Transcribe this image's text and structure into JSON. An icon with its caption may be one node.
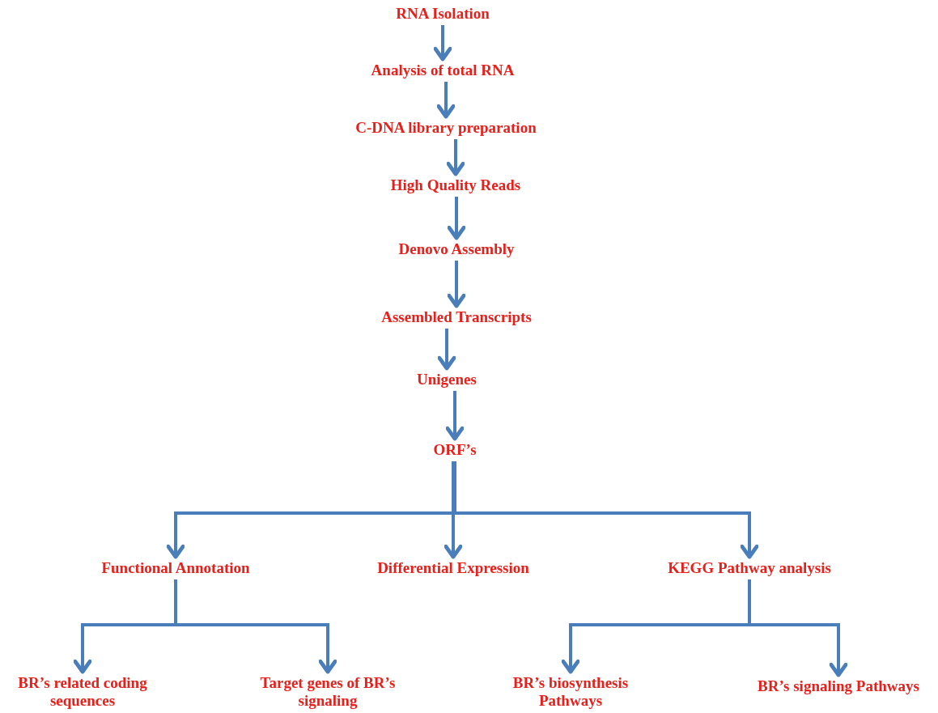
{
  "diagram": {
    "nodes": [
      {
        "text": [
          "RNA Isolation"
        ]
      },
      {
        "text": [
          "Analysis of total RNA"
        ]
      },
      {
        "text": [
          "C-DNA library preparation"
        ]
      },
      {
        "text": [
          "High Quality Reads"
        ]
      },
      {
        "text": [
          "Denovo Assembly"
        ]
      },
      {
        "text": [
          "Assembled Transcripts"
        ]
      },
      {
        "text": [
          "Unigenes"
        ]
      },
      {
        "text": [
          "ORF’s"
        ]
      },
      {
        "text": [
          "Functional Annotation"
        ]
      },
      {
        "text": [
          "Differential Expression"
        ]
      },
      {
        "text": [
          "KEGG Pathway analysis"
        ]
      },
      {
        "text": [
          "BR’s related coding sequences"
        ]
      },
      {
        "text": [
          "Target genes of BR’s signaling"
        ]
      },
      {
        "text": [
          "BR’s biosynthesis Pathways"
        ]
      },
      {
        "text": [
          "BR’s signaling Pathways"
        ]
      }
    ],
    "edges": [
      {
        "from": 0,
        "to": 1,
        "arrow": "to"
      },
      {
        "from": 1,
        "to": 2,
        "arrow": "to"
      },
      {
        "from": 2,
        "to": 3,
        "arrow": "to"
      },
      {
        "from": 3,
        "to": 4,
        "arrow": "to"
      },
      {
        "from": 4,
        "to": 5,
        "arrow": "to"
      },
      {
        "from": 5,
        "to": 6,
        "arrow": "to"
      },
      {
        "from": 6,
        "to": 7,
        "arrow": "to"
      },
      {
        "from": 7,
        "to": 8,
        "arrow": "to"
      },
      {
        "from": 7,
        "to": 9,
        "arrow": "to"
      },
      {
        "from": 7,
        "to": 10,
        "arrow": "to"
      },
      {
        "from": 8,
        "to": 11,
        "arrow": "to"
      },
      {
        "from": 8,
        "to": 12,
        "arrow": "to"
      },
      {
        "from": 10,
        "to": 13,
        "arrow": "to"
      },
      {
        "from": 10,
        "to": 14,
        "arrow": "to"
      }
    ]
  }
}
